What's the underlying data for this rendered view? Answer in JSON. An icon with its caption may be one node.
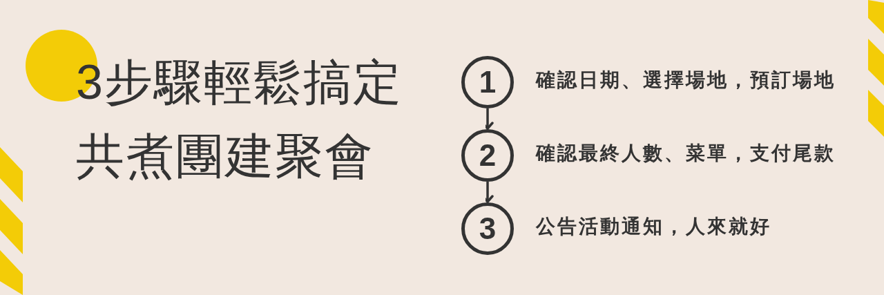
{
  "diagram": {
    "title": "3步驟輕鬆搞定共煮團建聚會",
    "nodes": [
      {
        "text": [
          "1"
        ],
        "beside": [
          "確認日期、選擇場地，預訂場地"
        ]
      },
      {
        "text": [
          "2"
        ],
        "beside": [
          "確認最終人數、菜單，支付尾款"
        ]
      },
      {
        "text": [
          "3"
        ],
        "beside": [
          "公告活動通知，人來就好"
        ]
      }
    ],
    "edges": [
      {
        "from": 0,
        "to": 1,
        "arrow": "to"
      },
      {
        "from": 1,
        "to": 2,
        "arrow": "to"
      }
    ]
  }
}
